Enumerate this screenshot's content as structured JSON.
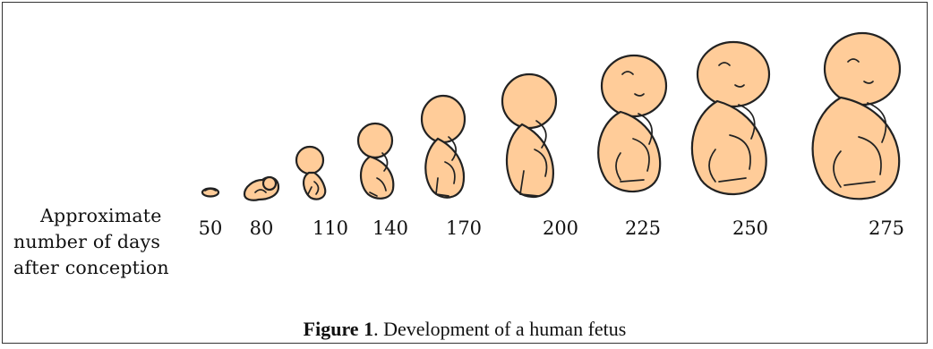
{
  "figure": {
    "axis_label_lines": [
      "Approximate",
      "number of days",
      "after conception"
    ],
    "days": [
      "50",
      "80",
      "110",
      "140",
      "170",
      "200",
      "225",
      "250",
      "275"
    ],
    "caption_bold": "Figure 1",
    "caption_text": ". Development of a human fetus"
  },
  "colors": {
    "skin": "#ffcc99",
    "outline": "#222222",
    "border": "#333333"
  }
}
